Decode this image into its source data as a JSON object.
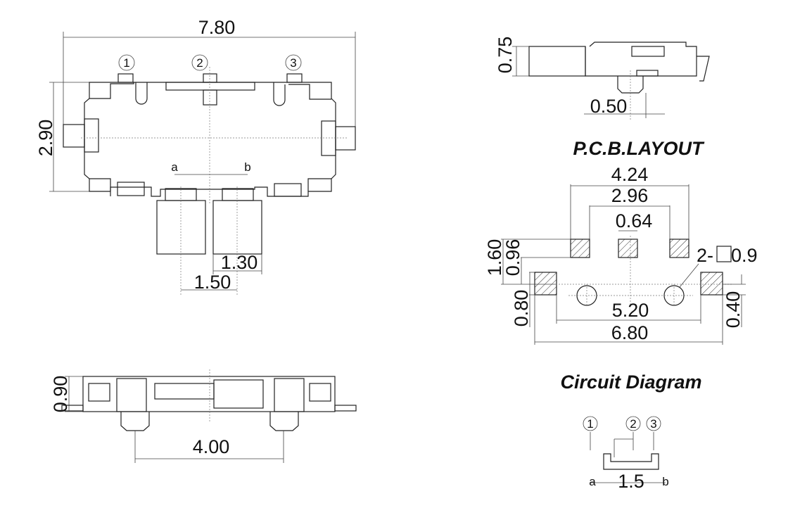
{
  "top_view": {
    "overall_width": "7.80",
    "height": "2.90",
    "pins": [
      "1",
      "2",
      "3"
    ],
    "terminal_a": "a",
    "terminal_b": "b",
    "actuator_width": "1.30",
    "actuator_pitch": "1.50"
  },
  "side_view": {
    "height": "0.90",
    "peg_spacing": "4.00"
  },
  "end_view": {
    "height": "0.75",
    "peg": "0.50"
  },
  "pcb_layout": {
    "title": "P.C.B.LAYOUT",
    "dims": {
      "outer_pads": "4.24",
      "inner_pads": "2.96",
      "pad_width": "0.64",
      "row_offset": "1.60",
      "pad_height": "0.96",
      "side_pad_height": "0.80",
      "holes_spacing": "5.20",
      "side_pads_span": "6.80",
      "side_offset": "0.40",
      "hole_note_prefix": "2-",
      "hole_note_value": "0.9"
    }
  },
  "circuit_diagram": {
    "title": "Circuit Diagram",
    "pins": [
      "1",
      "2",
      "3"
    ],
    "terminal_a": "a",
    "terminal_b": "b",
    "travel": "1.5"
  }
}
